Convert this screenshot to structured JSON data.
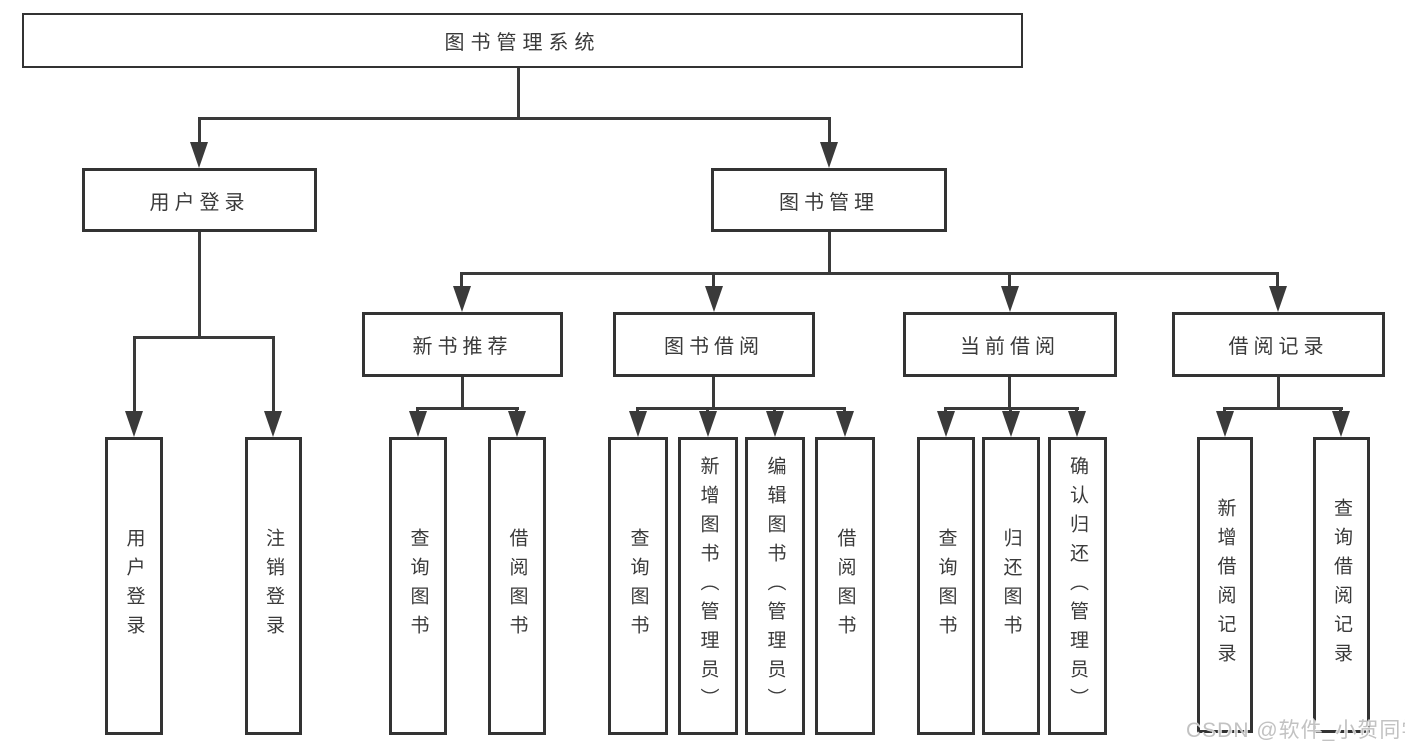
{
  "diagram": {
    "root": {
      "label": "图书管理系统"
    },
    "level2": {
      "user_login": {
        "label": "用户登录"
      },
      "book_mgmt": {
        "label": "图书管理"
      }
    },
    "level3": {
      "new_book_recommend": {
        "label": "新书推荐"
      },
      "book_borrow": {
        "label": "图书借阅"
      },
      "current_borrow": {
        "label": "当前借阅"
      },
      "borrow_records": {
        "label": "借阅记录"
      }
    },
    "leaves": {
      "user": [
        "用户登录",
        "注销登录"
      ],
      "recommend": [
        "查询图书",
        "借阅图书"
      ],
      "borrow": [
        "查询图书",
        "新增图书（管理员）",
        "编辑图书（管理员）",
        "借阅图书"
      ],
      "current": [
        "查询图书",
        "归还图书",
        "确认归还（管理员）"
      ],
      "records": [
        "新增借阅记录",
        "查询借阅记录"
      ]
    },
    "colors": {
      "line": "#3a3a3a",
      "text": "#3a3a3a",
      "box_background": "#ffffff",
      "watermark": "#c2c2c2"
    }
  },
  "watermark": {
    "text": "CSDN @软件_小贺同学"
  }
}
